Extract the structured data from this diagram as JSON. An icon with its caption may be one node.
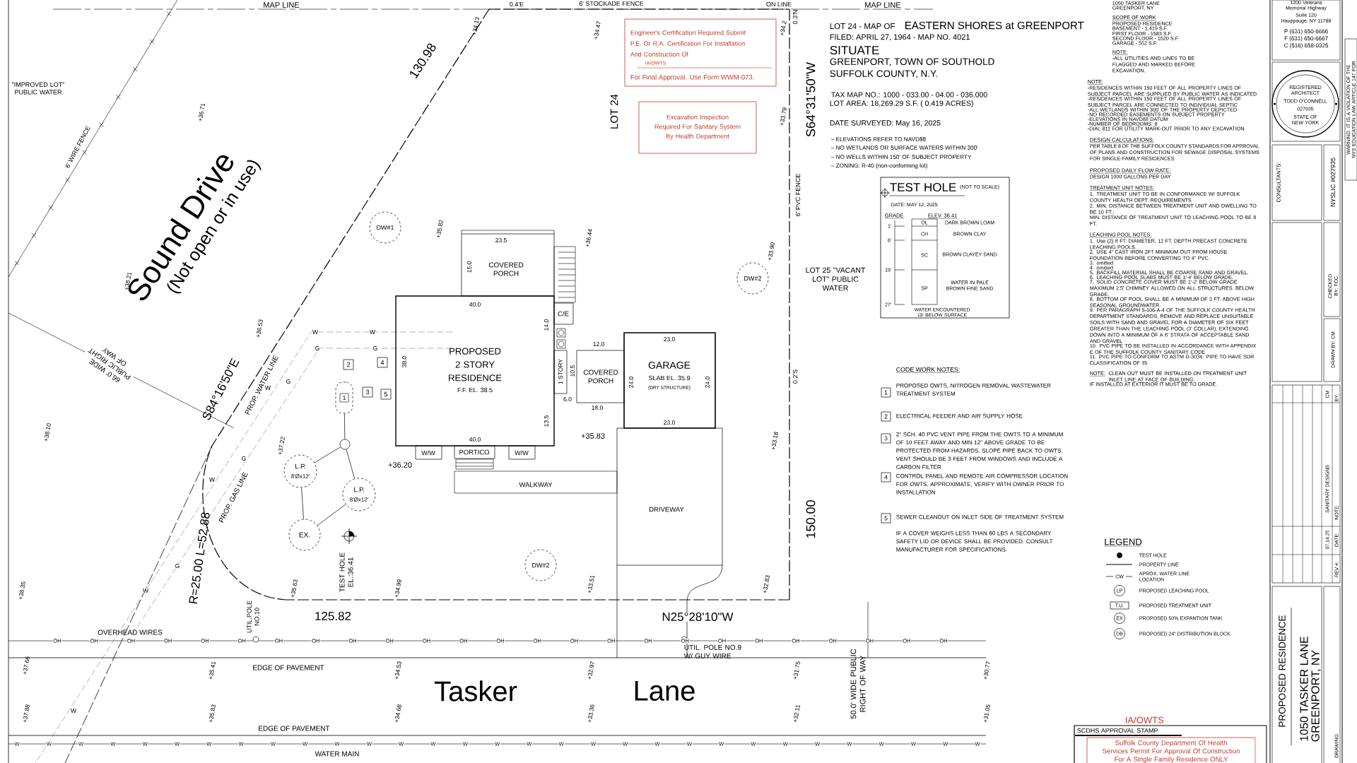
{
  "diagram": {
    "nodes": [
      {
        "text": [
          "PROPOSED 2 STORY RESIDENCE",
          "F.F. EL. 38.5"
        ]
      },
      {
        "text": [
          "COVERED PORCH"
        ]
      },
      {
        "text": [
          "C/E"
        ]
      },
      {
        "text": [
          "1 STORY"
        ]
      },
      {
        "text": [
          "COVERED PORCH"
        ]
      },
      {
        "text": [
          "GARAGE",
          "SLAB EL. 35.9",
          "(DRY STRUCTURE)"
        ]
      },
      {
        "text": [
          "W/W"
        ]
      },
      {
        "text": [
          "PORTICO"
        ]
      },
      {
        "text": [
          "W/W"
        ]
      },
      {
        "text": [
          "WALKWAY"
        ]
      },
      {
        "text": [
          "DRIVEWAY"
        ]
      },
      {
        "text": [
          "DW#1"
        ]
      },
      {
        "text": [
          "DW#2"
        ]
      },
      {
        "text": [
          "DW#2"
        ]
      },
      {
        "text": [
          "L.P.",
          "8'Øx12'"
        ]
      },
      {
        "text": [
          "L.P.",
          "8'Øx12'"
        ]
      },
      {
        "text": [
          "EX."
        ]
      },
      {
        "text": [
          "1"
        ]
      },
      {
        "text": [
          "2"
        ]
      },
      {
        "text": [
          "4"
        ]
      },
      {
        "text": [
          "3"
        ]
      },
      {
        "text": [
          "5"
        ]
      },
      {
        "text": [],
        "shape": "circle"
      },
      {
        "text": [
          "TEST HOLE",
          "(NOT TO SCALE)",
          "DATE: MAY 12, 2025"
        ]
      },
      {
        "text": [
          "Engineer's Certification Required Submit P.E. Or R.A. Certification For Installation And Construction Of",
          "IA/OWTS",
          "For Final Approval. Use Form WWM-073."
        ]
      },
      {
        "text": [
          "Excavation Inspection Required For Sanitary System By Health Department"
        ]
      },
      {
        "text": [
          "1"
        ],
        "beside": [
          "PROPOSED OWTS, NITROGEN REMOVAL WASTEWATER TREATMENT SYSTEM"
        ]
      },
      {
        "text": [
          "2"
        ],
        "beside": [
          "ELECTRICAL FEEDER AND AIR SUPPLY HOSE"
        ]
      },
      {
        "text": [
          "3"
        ],
        "beside": [
          "2\" SCH. 40 PVC VENT PIPE FROM THE OWTS TO A MINIMUM OF 10 FEET AWAY AND MIN 12\" ABOVE GRADE TO BE PROTECTED FROM HAZARDS, SLOPE PIPE BACK TO OWTS. VENT SHOULD BE 3 FEET FROM WINDOWS AND INCLUDE A CARBON FILTER"
        ]
      },
      {
        "text": [
          "4"
        ],
        "beside": [
          "CONTROL PANEL AND REMOTE AIR COMPRESSOR LOCATION FOR OWTS, APPROXIMATE, VERIFY WITH OWNER PRIOR TO INSTALLATION"
        ]
      },
      {
        "text": [
          "5"
        ],
        "beside": [
          "SEWER CLEANOUT ON INLET SIDE OF TREATMENT SYSTEM"
        ]
      },
      {
        "text": [
          "SCDHS APPROVAL STAMP"
        ]
      },
      {
        "text": [
          "Suffolk County Department Of Health Services Permit For Approval Of Construction For A Single Family Residence ONLY"
        ],
        "in": 31
      }
    ],
    "edges": [
      {
        "from": 17,
        "to": 22,
        "arrow": "none"
      },
      {
        "from": 22,
        "to": 14,
        "arrow": "none"
      },
      {
        "from": 22,
        "to": 15,
        "arrow": "none"
      },
      {
        "from": 14,
        "to": 16,
        "arrow": "none"
      },
      {
        "from": 15,
        "to": 16,
        "arrow": "none"
      }
    ],
    "labels": [
      "MAP LINE",
      "0.4'E",
      "6' STOCKADE FENCE",
      "ON LINE",
      "MAP LINE",
      "\"IMPROVED LOT\" PUBLIC WATER",
      "6' WIRE FENCE",
      "Sound Drive",
      "(Not open or in use)",
      "130.98",
      "LOT 24",
      "S64°31'50\"W",
      "0.3'N",
      "6' PVC FENCE",
      "0.2'S",
      "150.00",
      "LOT 25 \"VACANT LOT\" PUBLIC WATER",
      "66.0' WIDE PUBLIC RIGHT OF WAY",
      "S84°16'50\"E",
      "PROP. WATER LINE",
      "PROP. GAS LINE",
      "R=25.00 L=52.88",
      "UTIL.POLE NO.10",
      "TEST HOLE EL.:36.41",
      "125.82",
      "N25°28'10\"W",
      "UTIL. POLE NO.9 W/ GUY WIRE",
      "OVERHEAD WIRES",
      "EDGE OF PAVEMENT",
      "EDGE OF PAVEMENT",
      "Tasker",
      "Lane",
      "50.0' WIDE PUBLIC RIGHT OF WAY",
      "WATER MAIN",
      "+36.71",
      "+38.21",
      "+38.10",
      "+38.35",
      "+37.66",
      "+37.88",
      "+35.41",
      "+35.83",
      "+34.53",
      "+34.68",
      "+32.97",
      "+33.36",
      "+31.75",
      "+32.11",
      "+30.77",
      "+31.05",
      "+34.13",
      "+34.47",
      "+34.2",
      "+33.79",
      "+35.82",
      "+36.44",
      "+33.90",
      "+36.53",
      "+37.22",
      "+35.63",
      "+34.99",
      "+33.51",
      "+32.83",
      "+33.18",
      "+35.83",
      "+36.20",
      "23.5",
      "15.0",
      "40.0",
      "38.0",
      "14.0",
      "13.5",
      "40.0",
      "12.0",
      "10.5",
      "6.0",
      "18.0",
      "23.0",
      "24.0",
      "24.0",
      "23.0",
      "LOT 24 - MAP OF",
      "EASTERN SHORES at GREENPORT",
      "FILED: APRIL 27, 1964 - MAP NO. 4021",
      "SITUATE",
      "GREENPORT, TOWN OF SOUTHOLD",
      "SUFFOLK COUNTY, N.Y.",
      "TAX MAP NO.: 1000 - 033.00 - 04.00 - 036.000",
      "LOT AREA: 18,269.29 S.F. ( 0.419 ACRES)",
      "DATE SURVEYED: May 16, 2025",
      "– ELEVATIONS REFER TO NAVD88",
      "– NO WETLANDS OR SURFACE WATERS WITHIN 300'",
      "– NO WELLS WITHIN 150' OF SUBJECT PROPERTY",
      "– ZONING: R-40 (non-conforming lot)",
      "GRADE",
      "ELEV. 36.41",
      "1'",
      "6'",
      "19'",
      "27'",
      "OL",
      "CH",
      "SC",
      "SP",
      "DARK BROWN LOAM",
      "BROWN CLAY",
      "BROWN CLAYEY SAND",
      "WATER IN PALE BROWN FINE SAND",
      "WATER ENCOUNTERED 19' BELOW SURFACE",
      "CODE WORK NOTES:",
      "IF A COVER WEIGHS LESS THAN 60 LBS A SECONDARY SAFETY LID OR DEVICE SHALL BE PROVIDED. CONSULT MANUFACTURER FOR SPECIFICATIONS.",
      "1050 TASKER LANE",
      "GREENPORT, NY",
      "SCOPE OF WORK",
      "PROPOSED RESIDENCE",
      "BASEMENT - 1,419 S.F.",
      "FIRST FLOOR - 1583 S.F.",
      "SECOND FLOOR - 1520 S.F.",
      "GARAGE - 552 S.F.",
      "NOTE:",
      "-ALL UTILITIES AND LINES TO BE FLAGGED AND MARKED BEFORE EXCAVATION.",
      "NOTE:",
      "-RESIDENCES WITHIN 150 FEET OF ALL PROPERTY LINES OF SUBJECT PARCEL ARE SUPPLIED BY PUBLIC WATER AS INDICATED",
      "-RESIDENCES WITHIN 150 FEET OF ALL PROPERTY LINES OF SUBJECT PARCEL ARE CONNECTED TO INDIVIDUAL SEPTIC",
      "-ALL WETLANDS WITHIN 300' OF THE PROPERTY DEPICTED",
      "-NO RECORDED EASEMENTS ON SUBJECT PROPERTY",
      "-ELEVATIONS IN NAVD88 DATUM",
      "-NUMBER OF BEDROOMS: 8",
      "-DIAL 811 FOR UTILITY MARK-OUT PRIOR TO ANY EXCAVATION.",
      "DESIGN CALCULATIONS:",
      "PER TABLE 8 OF THE SUFFOLK COUNTY STANDARDS FOR APPROVAL OF PLANS AND CONSTRUCTION FOR SEWAGE DISPOSAL SYSTEMS FOR SINGLE-FAMILY RESIDENCES",
      "PROPOSED DAILY FLOW RATE:",
      "DESIGN 1000 GALLONS PER DAY",
      "TREATMENT UNIT NOTES:",
      "1. TREATMENT UNIT TO BE IN CONFORMANCE W/ SUFFOLK COUNTY HEALTH DEPT. REQUIREMENTS",
      "2. MIN. DISTANCE BETWEEN TREATMENT UNIT AND DWELLING TO BE 10 FT.;",
      "MIN. DISTANCE OF TREATMENT UNIT TO LEACHING POOL TO BE 8 FT.",
      "LEACHING POOL NOTES:",
      "1. Use (2) 8 FT. DIAMETER, 12 FT. DEPTH PRECAST CONCRETE LEACHING POOLS.",
      "2. USE 4\" CAST IRON 2FT MINIMUM OUT FROM HOUSE FOUNDATION BEFORE CONVERTING TO 4\" PVC.",
      "3. omitted",
      "4. omitted",
      "5. BACKFILL MATERIAL SHALL BE COARSE SAND AND GRAVEL.",
      "6. LEACHING POOL SLABS MUST BE 1'-4' BELOW GRADE.",
      "7. SOLID CONCRETE COVER MUST BE 1'-2' BELOW GRADE MAXIMUM 2.5' CHIMNEY ALLOWED ON ALL STRUCTURES. BELOW GRADE.",
      "8. BOTTOM OF POOL SHALL BE A MINIMUM OF 3 FT. ABOVE HIGH SEASONAL GROUNDWATER.",
      "9. PER PARAGRAPH 5-106-A-4 OF THE SUFFOLK COUNTY HEALTH DEPARTMENT STANDARDS, REMOVE AND REPLACE UNSUITABLE SOILS WITH SAND AND GRAVEL FOR A DIAMETER OF SIX FEET GREATER THAN THE LEACHING POOL (3' COLLAR), EXTENDING DOWN INTO A MINIMUM OF A 6' STRATA OF ACCEPTABLE SAND AND GRAVEL",
      "10. PVC PIPE TO BE INSTALLED IN ACCORDANCE WITH APPENDIX E OF THE SUFFOLK COUNTY SANITARY CODE",
      "11. PVC PIPE TO CONFORM TO ASTM D-3034. PIPE TO HAVE SDR CLASSIFICATION OF 35",
      "NOTE:",
      "CLEAN OUT MUST BE INSTALLED ON TREATMENT UNIT INLET LINE AT FACE OF BUILDING.",
      "IF INSTALLED AT EXTERIOR IT MUST BE TO GRADE.",
      "LEGEND",
      "CW",
      "LP",
      "T.U.",
      "EX",
      "DB",
      "IA/OWTS",
      "1200 Veterans Memorial Highway",
      "Suite 120",
      "Hauppauge, NY 11788",
      "P (631) 650-6666",
      "F (631) 650-6667",
      "C (516) 658-0325",
      "REGISTERED ARCHITECT",
      "TODD O'CONNELL",
      "027935",
      "STATE OF NEW YORK",
      "WARNING: IT IS A VIOLATION OF THE NYS EDUCATION LAW ARTICLE 147 FOR",
      "CONSULTANTS:",
      "NYSLIC #027935",
      "CHECKED BY: TCC",
      "DRAWN BY: CM",
      "CM",
      "BY:",
      "SANITARY DESIGNS",
      "NOTE:",
      "07.14.25",
      "DATE:",
      "REV #:",
      "PROPOSED RESIDENCE",
      "1050 TASKER LANE",
      "GREENPORT, NY",
      "DRAWING:",
      "OH",
      "OH",
      "OH",
      "OH",
      "OH",
      "OH",
      "OH",
      "OH",
      "OH",
      "OH",
      "OH",
      "OH",
      "OH",
      "OH",
      "OH",
      "OH",
      "OH",
      "OH",
      "OH",
      "OH",
      "OH",
      "OH",
      "OH",
      "OH",
      "OH",
      "W",
      "W",
      "W",
      "W",
      "W",
      "W",
      "W",
      "W",
      "W",
      "W",
      "W",
      "W",
      "W",
      "W",
      "W",
      "W",
      "W",
      "W",
      "W",
      "W",
      "W",
      "W",
      "W",
      "W",
      "W",
      "W",
      "W",
      "W",
      "W",
      "W",
      "W",
      "W",
      "W",
      "W",
      "W",
      "W",
      "W",
      "G",
      "G",
      "G",
      "G",
      "G"
    ],
    "legend": [
      {
        "text": "TEST HOLE"
      },
      {
        "text": "PROPERTY LINE"
      },
      {
        "text": "APROX. WATER LINE LOCATION"
      },
      {
        "text": "PROPOSED LEACHING POOL"
      },
      {
        "text": "PROPOSED TREATMENT UNIT"
      },
      {
        "text": "PROPOSED 50% EXPANTION TANK"
      },
      {
        "text": "PROPOSED 24\" DISTRIBUTION BLOCK"
      }
    ]
  }
}
